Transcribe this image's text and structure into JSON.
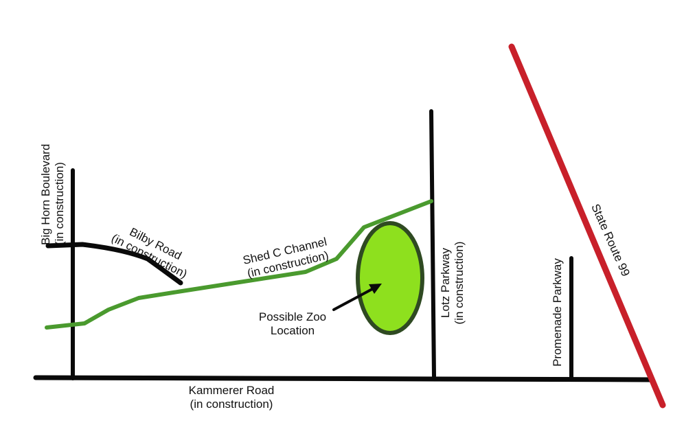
{
  "labels": {
    "big_horn_line1": "Big Horn Boulevard",
    "big_horn_line2": "(in construction)",
    "bilby_line1": "Bilby Road",
    "bilby_line2": "(in construction)",
    "shed_line1": "Shed C Channel",
    "shed_line2": "(in construction)",
    "zoo_line1": "Possible Zoo",
    "zoo_line2": "Location",
    "lotz_line1": "Lotz Parkway",
    "lotz_line2": "(in construction)",
    "promenade": "Promenade Parkway",
    "state_route": "State Route 99",
    "kammerer_line1": "Kammerer Road",
    "kammerer_line2": "(in construction)"
  },
  "colors": {
    "road": "#0a0a0a",
    "channel": "#4a9a2e",
    "state_route": "#c8202a",
    "zoo_fill": "#8ee01e",
    "zoo_outline": "#2f4a22"
  }
}
